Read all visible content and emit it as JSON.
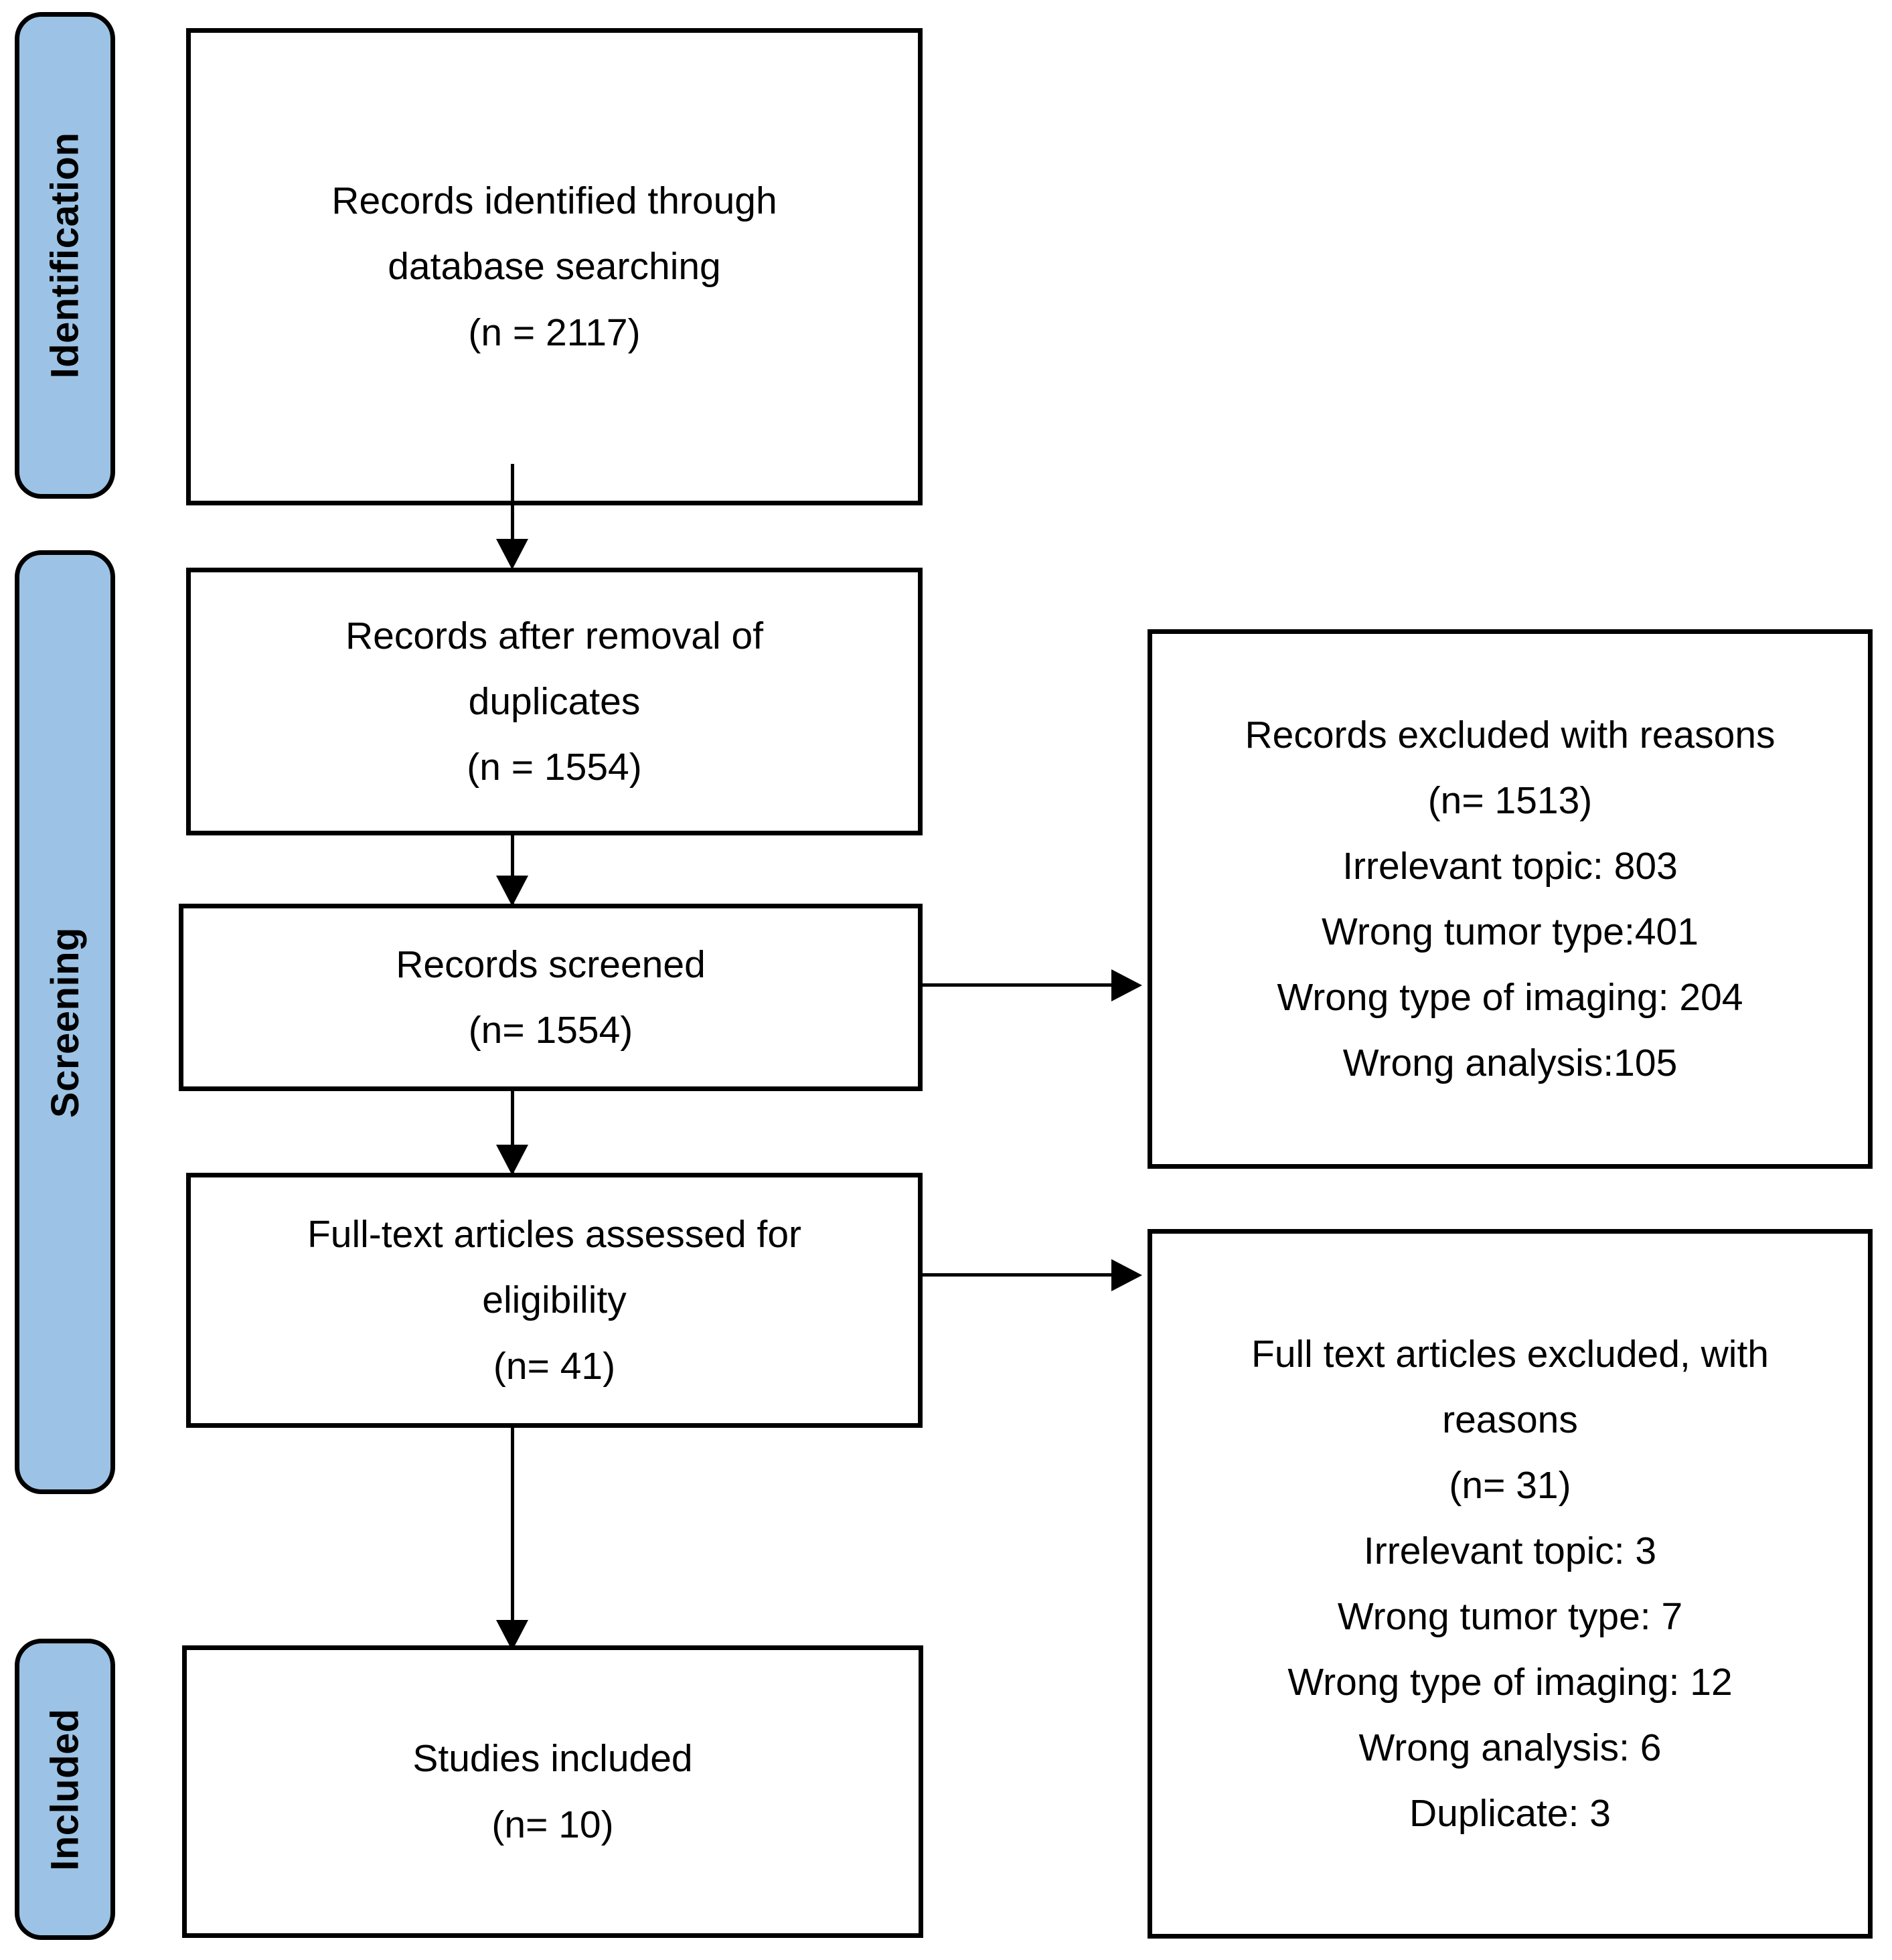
{
  "diagram": {
    "title": "PRISMA study selection flow diagram",
    "accent_color": "#9CC3E5",
    "line_color": "#000000",
    "background_color": "#FFFFFF"
  },
  "stages": [
    {
      "id": "identification",
      "label": "Identification"
    },
    {
      "id": "screening",
      "label": "Screening"
    },
    {
      "id": "included",
      "label": "Included"
    }
  ],
  "boxes": {
    "identified": {
      "lines": [
        "Records identified through",
        "database searching",
        "(n = 2117)"
      ]
    },
    "after_duplicates": {
      "lines": [
        "Records after removal of",
        "duplicates",
        "(n = 1554)"
      ]
    },
    "screened": {
      "lines": [
        "Records screened",
        "(n= 1554)"
      ]
    },
    "fulltext_assessed": {
      "lines": [
        "Full-text articles assessed for",
        "eligibility",
        "(n= 41)"
      ]
    },
    "studies_included": {
      "lines": [
        "Studies included",
        "(n= 10)"
      ]
    },
    "records_excluded": {
      "lines": [
        "Records excluded with reasons",
        "(n= 1513)",
        "Irrelevant topic: 803",
        "Wrong tumor type:401",
        "Wrong type of imaging: 204",
        "Wrong analysis:105"
      ]
    },
    "fulltext_excluded": {
      "lines": [
        "Full text articles excluded, with",
        "reasons",
        "(n= 31)",
        "Irrelevant topic: 3",
        "Wrong tumor type: 7",
        "Wrong type of imaging: 12",
        "Wrong analysis: 6",
        "Duplicate: 3"
      ]
    }
  },
  "chart_data": {
    "type": "diagram",
    "title": "PRISMA flow of study selection",
    "nodes": [
      {
        "id": "identified",
        "stage": "Identification",
        "label": "Records identified through database searching",
        "n": 2117
      },
      {
        "id": "after_duplicates",
        "stage": "Screening",
        "label": "Records after removal of duplicates",
        "n": 1554
      },
      {
        "id": "screened",
        "stage": "Screening",
        "label": "Records screened",
        "n": 1554
      },
      {
        "id": "records_excluded",
        "stage": "Screening",
        "label": "Records excluded with reasons",
        "n": 1513,
        "reasons": [
          {
            "reason": "Irrelevant topic",
            "n": 803
          },
          {
            "reason": "Wrong tumor type",
            "n": 401
          },
          {
            "reason": "Wrong type of imaging",
            "n": 204
          },
          {
            "reason": "Wrong analysis",
            "n": 105
          }
        ]
      },
      {
        "id": "fulltext_assessed",
        "stage": "Screening",
        "label": "Full-text articles assessed for eligibility",
        "n": 41
      },
      {
        "id": "fulltext_excluded",
        "stage": "Screening",
        "label": "Full text articles excluded, with reasons",
        "n": 31,
        "reasons": [
          {
            "reason": "Irrelevant topic",
            "n": 3
          },
          {
            "reason": "Wrong tumor type",
            "n": 7
          },
          {
            "reason": "Wrong type of imaging",
            "n": 12
          },
          {
            "reason": "Wrong analysis",
            "n": 6
          },
          {
            "reason": "Duplicate",
            "n": 3
          }
        ]
      },
      {
        "id": "studies_included",
        "stage": "Included",
        "label": "Studies included",
        "n": 10
      }
    ],
    "edges": [
      {
        "from": "identified",
        "to": "after_duplicates",
        "direction": "down"
      },
      {
        "from": "after_duplicates",
        "to": "screened",
        "direction": "down"
      },
      {
        "from": "screened",
        "to": "records_excluded",
        "direction": "right"
      },
      {
        "from": "screened",
        "to": "fulltext_assessed",
        "direction": "down"
      },
      {
        "from": "fulltext_assessed",
        "to": "fulltext_excluded",
        "direction": "right"
      },
      {
        "from": "fulltext_assessed",
        "to": "studies_included",
        "direction": "down"
      }
    ]
  }
}
